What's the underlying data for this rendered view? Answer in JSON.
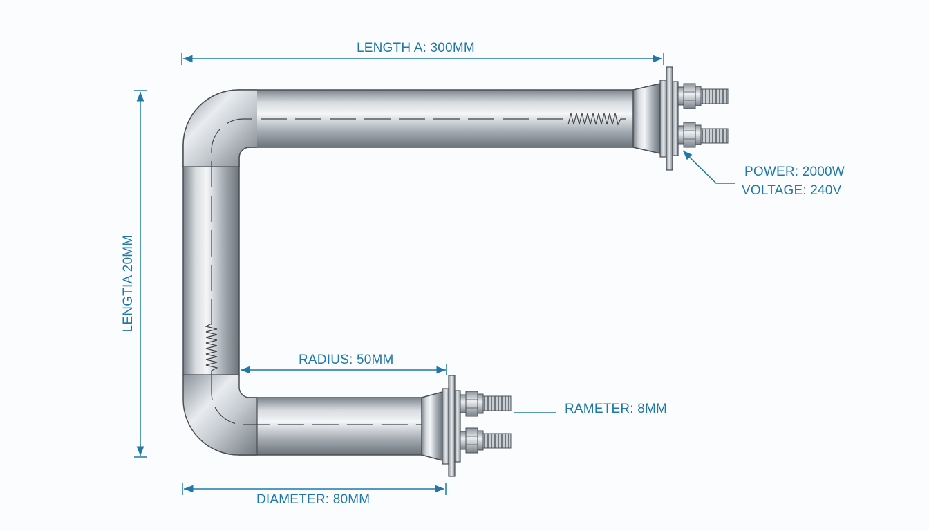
{
  "dimensions": {
    "length_a": "LENGTH A: 300MM",
    "length_vertical": "LENGTIA 20MM",
    "radius": "RADIUS: 50MM",
    "diameter": "DIAMETER: 80MM",
    "rameter": "RAMETER: 8MM"
  },
  "specs": {
    "power": "POWER: 2000W",
    "voltage": "VOLTAGE: 240V"
  },
  "colors": {
    "dimension": "#1f78a8",
    "tube_highlight": "#f2f4f6",
    "tube_shadow": "#6f7780",
    "outline": "#4a4f55"
  }
}
